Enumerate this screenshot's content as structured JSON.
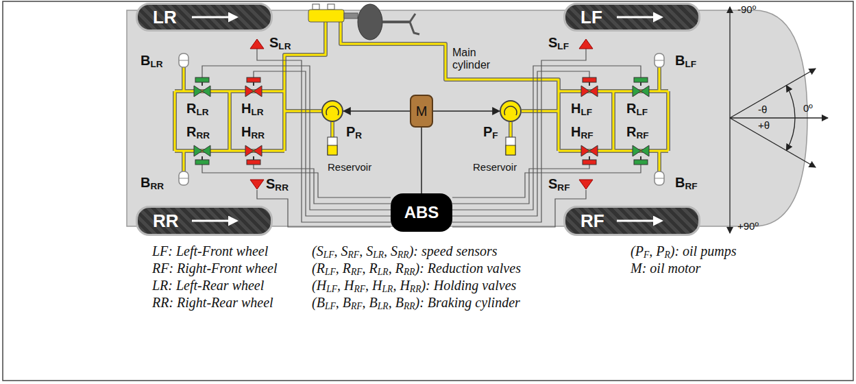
{
  "diagram": {
    "nodes": [
      {
        "text": [
          "LR"
        ]
      },
      {
        "text": [
          "LF"
        ]
      },
      {
        "text": [
          "PR"
        ]
      },
      {
        "text": [
          "M"
        ]
      },
      {
        "text": [
          "PF"
        ]
      },
      {
        "text": [
          "RR"
        ]
      },
      {
        "text": [
          "ABS"
        ]
      },
      {
        "text": [
          "RF"
        ]
      }
    ],
    "edges": [
      {
        "from": 3,
        "to": 2,
        "arrow": "to"
      },
      {
        "from": 3,
        "to": 4,
        "arrow": "to"
      },
      {
        "from": 3,
        "to": 6,
        "arrow": "none"
      }
    ],
    "labels": [
      "BLR",
      "SLR",
      "Main cylinder",
      "SLF",
      "BLF",
      "RLR",
      "HLR",
      "HLF",
      "RLF",
      "RRR",
      "HRR",
      "HRF",
      "RRF",
      "BRR",
      "SRR",
      "Reservoir",
      "Reservoir",
      "SRF",
      "BRF",
      "-90º",
      "0º",
      "-θ",
      "+θ",
      "+90º",
      "LF: Left-Front wheel",
      "(SLF, SRF, SLR, SRR): speed sensors",
      "(PF, PR): oil pumps",
      "RF: Right-Front wheel",
      "(RLF, RRF, RLR, RRR): Reduction valves",
      "M: oil motor",
      "LR: Left-Rear wheel",
      "(HLF, HRF, HLR, HRR): Holding valves",
      "RR: Right-Rear wheel",
      "(BLF, BRF, BLR, BRR): Braking cylinder"
    ]
  }
}
